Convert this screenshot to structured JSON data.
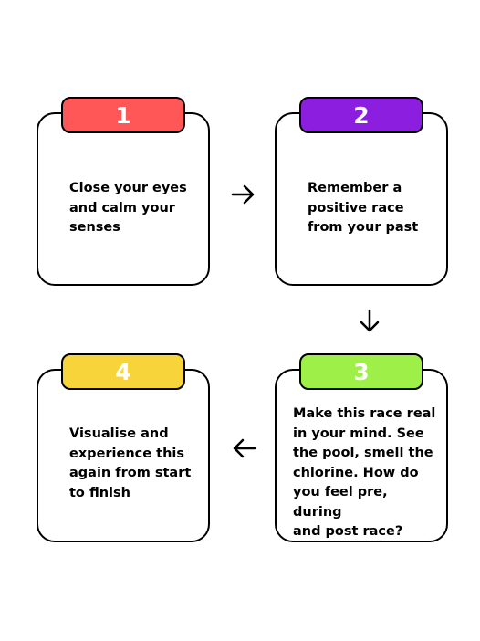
{
  "steps": [
    {
      "number": "1",
      "text": "Close your eyes\nand calm your\nsenses",
      "tab_color": "#ff5757"
    },
    {
      "number": "2",
      "text": "Remember a\npositive race\nfrom your past",
      "tab_color": "#8c1ee0"
    },
    {
      "number": "3",
      "text": "Make this race real\nin your mind. See\nthe pool, smell the\nchlorine. How do\nyou feel pre, during\nand post race?",
      "tab_color": "#9ef048"
    },
    {
      "number": "4",
      "text": "Visualise and\nexperience this\nagain from start\nto finish",
      "tab_color": "#f7d439"
    }
  ],
  "arrows": [
    {
      "from": "1",
      "to": "2",
      "icon": "arrow-right-icon"
    },
    {
      "from": "2",
      "to": "3",
      "icon": "arrow-down-icon"
    },
    {
      "from": "3",
      "to": "4",
      "icon": "arrow-left-icon"
    }
  ],
  "colors": {
    "border": "#000000",
    "background": "#ffffff",
    "number_text": "#ffffff"
  }
}
